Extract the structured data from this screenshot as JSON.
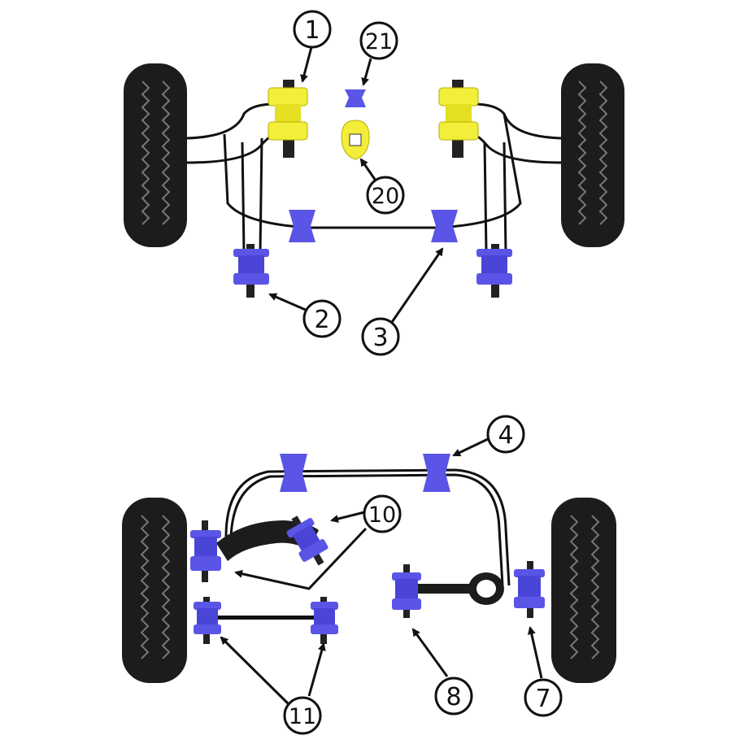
{
  "colors": {
    "bush_blue": "#5a55e6",
    "bush_blue_light": "#8a86f5",
    "bush_yellow": "#f2ee3a",
    "bush_yellow_light": "#fbf88a",
    "tyre": "#1c1c1c",
    "ink": "#111111"
  },
  "callouts": [
    {
      "id": "c1",
      "label": "1"
    },
    {
      "id": "c21",
      "label": "21"
    },
    {
      "id": "c20",
      "label": "20"
    },
    {
      "id": "c2",
      "label": "2"
    },
    {
      "id": "c3",
      "label": "3"
    },
    {
      "id": "c4",
      "label": "4"
    },
    {
      "id": "c10",
      "label": "10"
    },
    {
      "id": "c8",
      "label": "8"
    },
    {
      "id": "c7",
      "label": "7"
    },
    {
      "id": "c11",
      "label": "11"
    }
  ],
  "icons": [
    "tyre-icon",
    "bush-icon",
    "arrow-icon"
  ]
}
